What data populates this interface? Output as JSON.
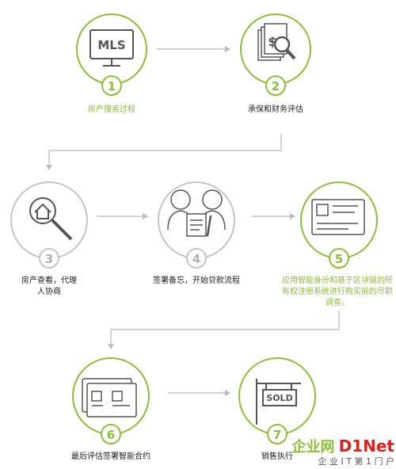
{
  "colors": {
    "accent": "#8cbf3a",
    "gray": "#c4c4c4",
    "icon": "#555555",
    "text": "#222222",
    "watermark_red": "#e02020",
    "watermark_green": "#8cbf3a"
  },
  "steps": [
    {
      "number": "1",
      "label": "房产搜索过程",
      "icon": "monitor-mls-icon",
      "icon_text": "MLS",
      "active": true
    },
    {
      "number": "2",
      "label": "承保和财务评估",
      "icon": "dollar-documents-magnifier-icon",
      "icon_text": "$",
      "active": true
    },
    {
      "number": "3",
      "label": "房产查看，代理\n人协商",
      "icon": "house-magnifier-icon",
      "active": false
    },
    {
      "number": "4",
      "label": "签署备忘，开始贷款流程",
      "icon": "two-people-document-icon",
      "active": false
    },
    {
      "number": "5",
      "label": "应用智能身份和基于区块链的所\n有权注册系统进行购买前的尽职\n调查。",
      "icon": "id-card-icon",
      "active": true
    },
    {
      "number": "6",
      "label": "最后评估签署智能合约",
      "icon": "two-id-cards-icon",
      "active": true
    },
    {
      "number": "7",
      "label": "销售执行",
      "icon": "sold-sign-icon",
      "icon_text": "SOLD",
      "active": true
    }
  ],
  "watermark": {
    "brand": "企业网",
    "logo": "D1Net",
    "subtitle": "企 业 I T 第 1 门 户"
  }
}
